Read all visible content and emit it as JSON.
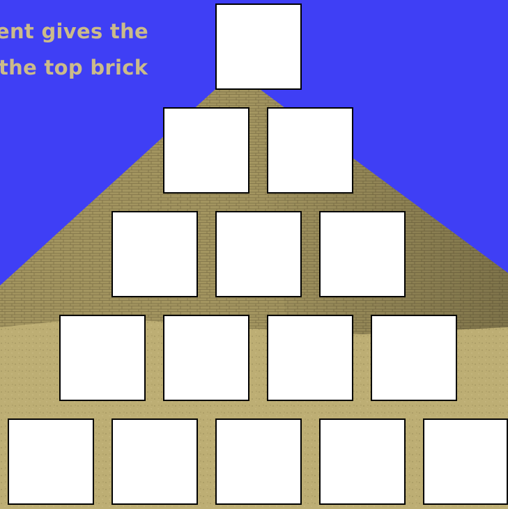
{
  "caption": {
    "line1": "ent gives the",
    "line2": "the top brick"
  },
  "colors": {
    "sky": "#3f3ff5",
    "sand": "#b8a86e",
    "pyramid": "#a89a62",
    "caption_text": "#cbbb8a",
    "brick_fill": "#ffffff",
    "brick_border": "#000000"
  },
  "pyramid_rows": [
    {
      "row": 1,
      "bricks": [
        ""
      ]
    },
    {
      "row": 2,
      "bricks": [
        "",
        ""
      ]
    },
    {
      "row": 3,
      "bricks": [
        "",
        "",
        ""
      ]
    },
    {
      "row": 4,
      "bricks": [
        "",
        "",
        "",
        ""
      ]
    },
    {
      "row": 5,
      "bricks": [
        "",
        "",
        "",
        "",
        ""
      ]
    }
  ]
}
